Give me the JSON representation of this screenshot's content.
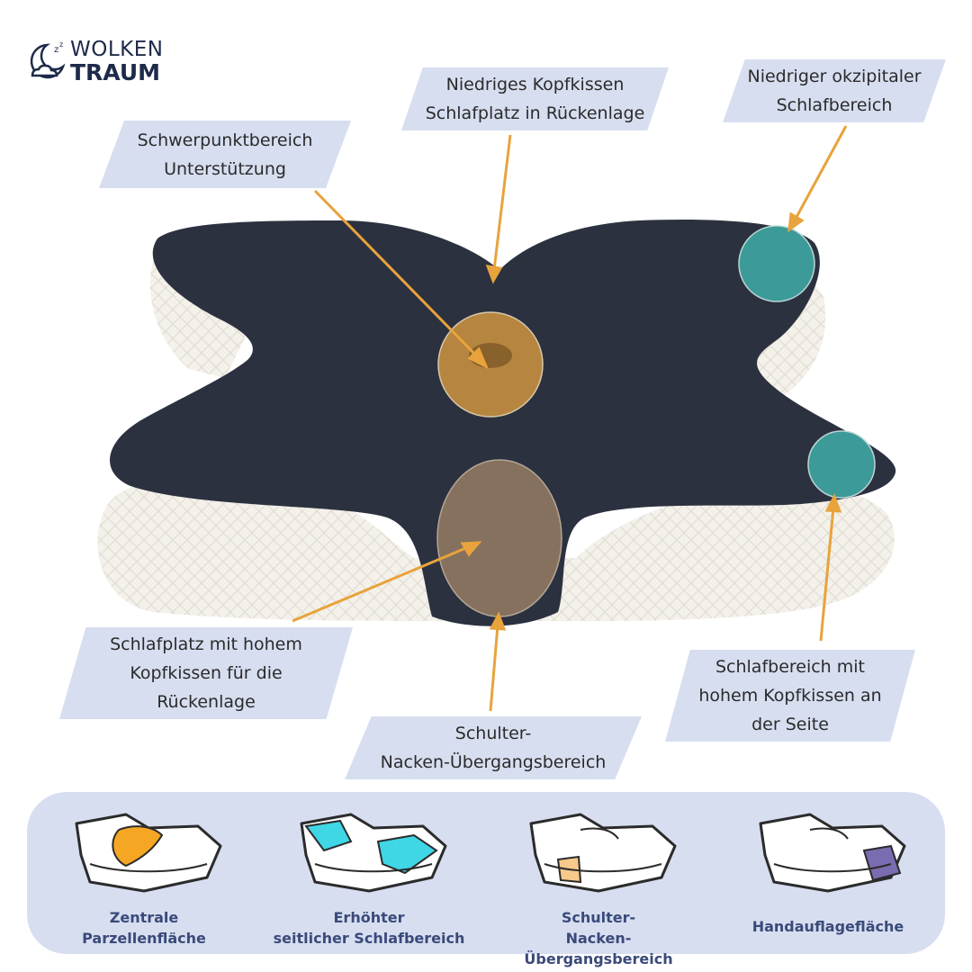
{
  "brand": {
    "line1": "WOLKEN",
    "line2": "TRAUM"
  },
  "callouts": {
    "schwerpunkt": "Schwerpunktbereich\nUnterstützung",
    "ruecken_niedrig": "Niedriges Kopfkissen\nSchlafplatz in Rückenlage",
    "okzipital": "Niedriger okzipitaler\nSchlafbereich",
    "ruecken_hoch": "Schlafplatz mit hohem\nKopfkissen für die\nRückenlage",
    "schulter": "Schulter-\nNacken-Übergangsbereich",
    "seite": "Schlafbereich mit\nhohem Kopfkissen an\nder Seite"
  },
  "features": [
    {
      "label": "Zentrale\nParzellenfläche",
      "icon": "pillow-center-zone-icon",
      "color": "#f5a623"
    },
    {
      "label": "Erhöhter\nseitlicher Schlafbereich",
      "icon": "pillow-side-zone-icon",
      "color": "#3fd6e6"
    },
    {
      "label": "Schulter-\nNacken-Übergangsbereich",
      "icon": "pillow-shoulder-zone-icon",
      "color": "#f7c98a"
    },
    {
      "label": "Handauflagefläche",
      "icon": "pillow-hand-rest-icon",
      "color": "#7b6bb0"
    }
  ],
  "colors": {
    "label_bg": "#d7def0",
    "arrow": "#e8a33c",
    "pillow_top": "#2c3140",
    "zone_center": "#c58f3f",
    "zone_lower": "#8a7560",
    "zone_side": "#3c9a98"
  }
}
